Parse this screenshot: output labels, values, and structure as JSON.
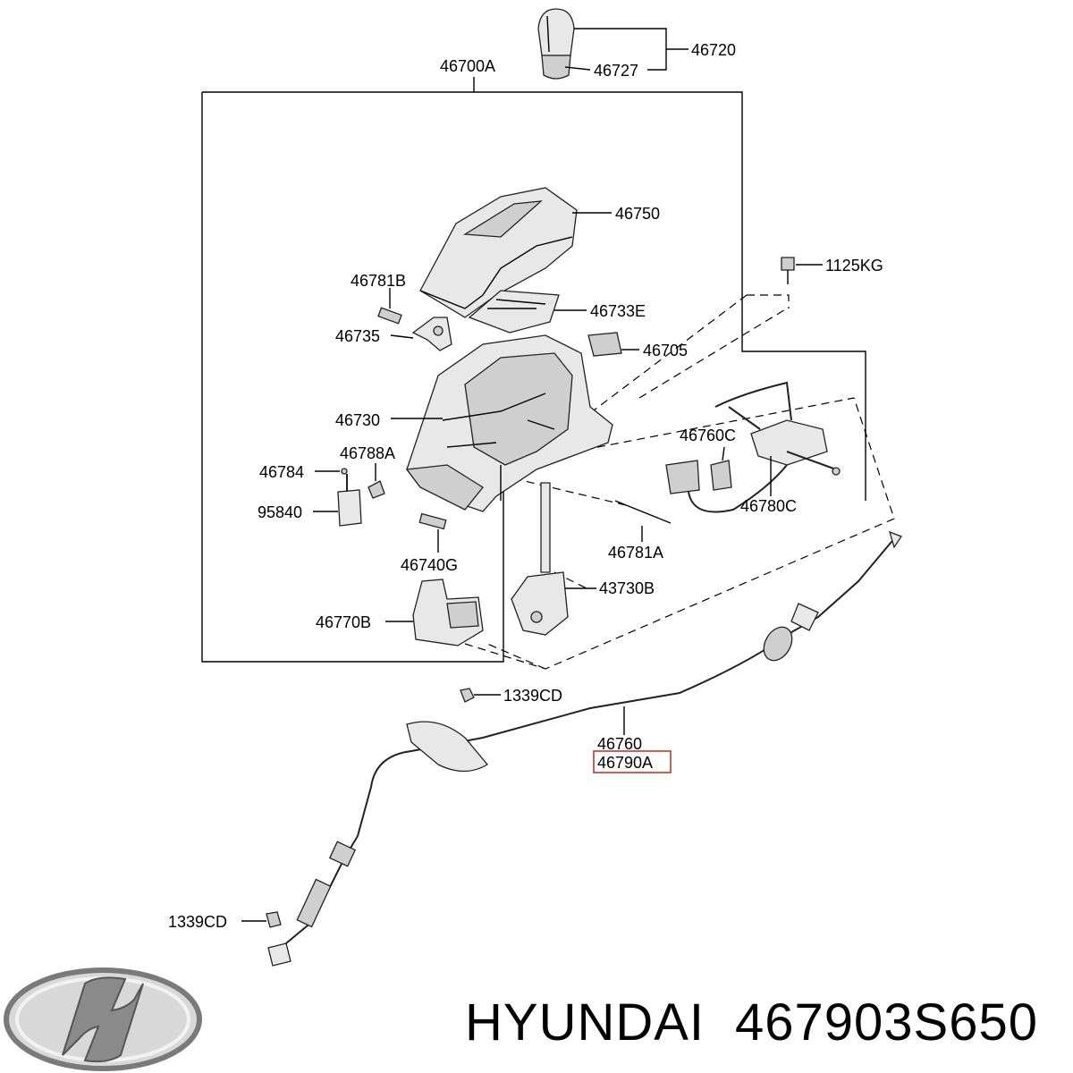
{
  "labels": {
    "l46720": "46720",
    "l46727": "46727",
    "l46700A": "46700A",
    "l46750": "46750",
    "l1125KG": "1125KG",
    "l46781B": "46781B",
    "l46733E": "46733E",
    "l46735": "46735",
    "l46705": "46705",
    "l46730": "46730",
    "l46760C": "46760C",
    "l46788A": "46788A",
    "l46784": "46784",
    "l95840": "95840",
    "l46780C": "46780C",
    "l46740G": "46740G",
    "l46781A": "46781A",
    "l43730B": "43730B",
    "l46770B": "46770B",
    "l1339CD_top": "1339CD",
    "l46760": "46760",
    "l46790A": "46790A",
    "l1339CD_bottom": "1339CD"
  },
  "highlight_color": "#c0392b",
  "footer": {
    "brand": "HYUNDAI",
    "part_number": "467903S650",
    "logo_icon": "hyundai-logo"
  }
}
